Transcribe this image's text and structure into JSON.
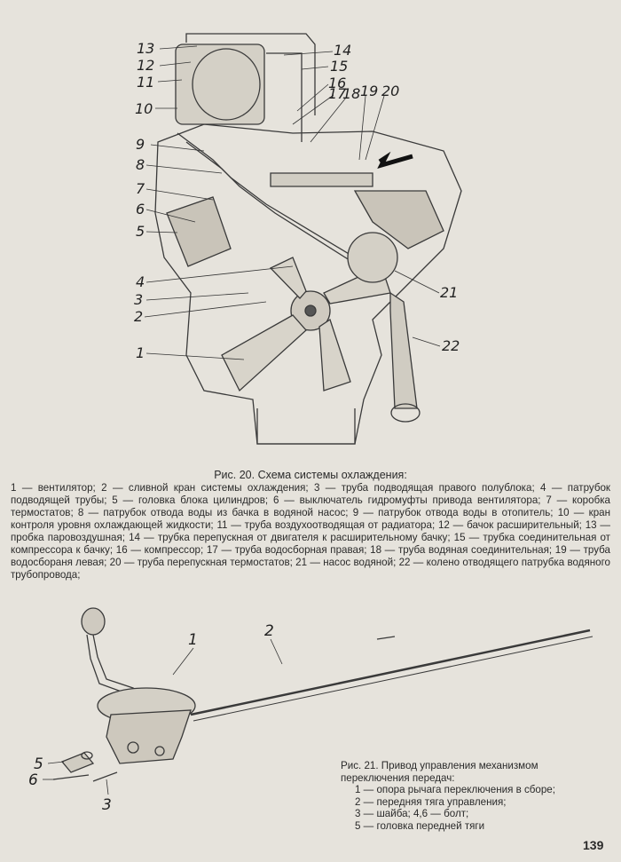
{
  "figure20": {
    "callouts": [
      "1",
      "2",
      "3",
      "4",
      "5",
      "6",
      "7",
      "8",
      "9",
      "10",
      "11",
      "12",
      "13",
      "14",
      "15",
      "16",
      "17",
      "18",
      "19",
      "20",
      "21",
      "22"
    ],
    "caption_title": "Рис. 20. Схема системы охлаждения:",
    "caption_text": "1 — вентилятор; 2 — сливной кран системы охлаждения; 3 — труба подводящая правого полублока; 4 — патрубок подводящей трубы; 5 — головка блока цилиндров; 6 — выключатель гидромуфты привода вентилятора; 7 — коробка термостатов; 8 — патрубок отвода воды из бачка в водяной насос; 9 — патрубок отвода воды в отопитель; 10 — кран контроля уровня охлаждающей жидкости; 11 — труба воздухоотводящая от радиатора; 12 — бачок расширительный; 13 — пробка паровоздушная; 14 — трубка перепускная от двигателя к расширительному бачку; 15 — трубка соединительная от компрессора к бачку; 16 — компрессор; 17 — труба водосборная правая; 18 — труба водяная соединительная; 19 — труба водосбораня левая; 20 — труба перепускная термостатов; 21 — насос водяной; 22 — колено отводящего патрубка водяного трубопровода;"
  },
  "figure21": {
    "callouts": [
      "1",
      "2",
      "3",
      "5",
      "6"
    ],
    "caption_title": "Рис. 21. Привод управления механизмом переключения передач:",
    "items": [
      "1 — опора рычага переключения в сборе;",
      "2 — передняя тяга управления;",
      "3 — шайба; 4,6 — болт;",
      "5 — головка передней тяги"
    ]
  },
  "page_number": "139"
}
